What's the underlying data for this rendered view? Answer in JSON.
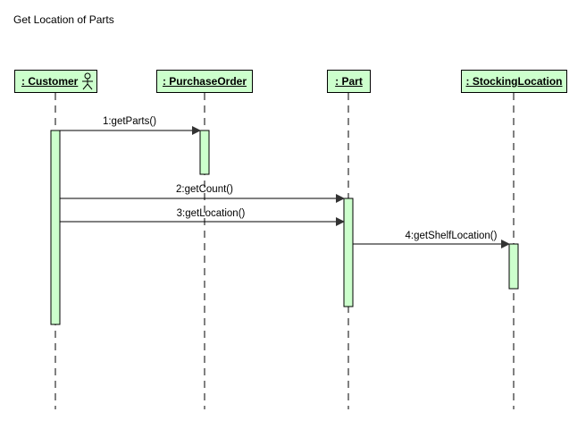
{
  "title": "Get Location of Parts",
  "lifelines": [
    {
      "label": ": Customer",
      "actor": true
    },
    {
      "label": ": PurchaseOrder",
      "actor": false
    },
    {
      "label": ": Part",
      "actor": false
    },
    {
      "label": ": StockingLocation",
      "actor": false
    }
  ],
  "messages": [
    {
      "label": "1:getParts()",
      "from": 0,
      "to": 1
    },
    {
      "label": "2:getCount()",
      "from": 0,
      "to": 2
    },
    {
      "label": "3:getLocation()",
      "from": 0,
      "to": 2
    },
    {
      "label": "4:getShelfLocation()",
      "from": 2,
      "to": 3
    }
  ],
  "colors": {
    "box_fill": "#ccffcc",
    "line": "#000000"
  }
}
